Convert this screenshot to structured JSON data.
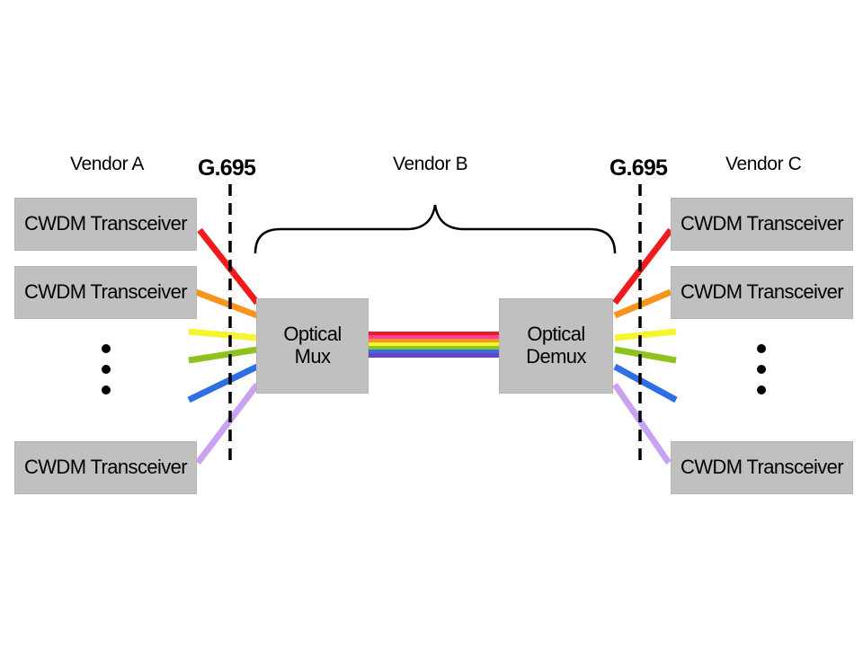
{
  "vendors": {
    "left": "Vendor A",
    "middle": "Vendor B",
    "right": "Vendor C"
  },
  "standard": {
    "left": "G.695",
    "right": "G.695"
  },
  "transceivers": {
    "left": [
      "CWDM Transceiver",
      "CWDM Transceiver",
      "CWDM Transceiver"
    ],
    "right": [
      "CWDM Transceiver",
      "CWDM Transceiver",
      "CWDM Transceiver"
    ]
  },
  "mux": {
    "line1": "Optical",
    "line2": "Mux"
  },
  "demux": {
    "line1": "Optical",
    "line2": "Demux"
  },
  "colors": {
    "box_fill": "#c0c0c0",
    "wavelengths": [
      "#ee1c1c",
      "#f7941d",
      "#f5f531",
      "#8dc21f",
      "#2e6fe3",
      "#c9a3f2"
    ],
    "bundle": [
      "#ee1c1c",
      "#ff3ea5",
      "#f7941d",
      "#f5f531",
      "#8dc21f",
      "#2e6fe3",
      "#6a3fc9"
    ]
  }
}
